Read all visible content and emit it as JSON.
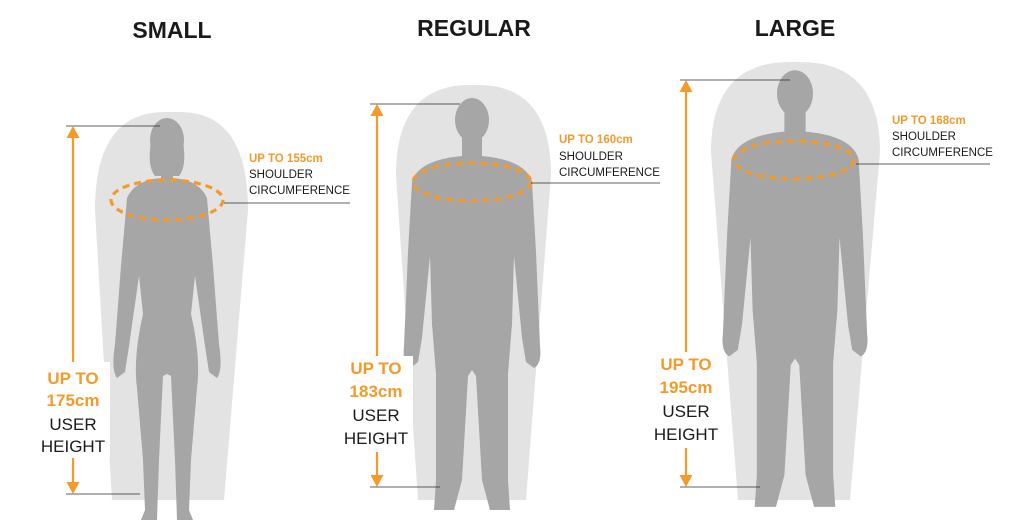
{
  "colors": {
    "accent": "#f39a2b",
    "bag": "#e3e3e3",
    "figure": "#a6a6a6",
    "text": "#1a1a1a"
  },
  "sizes": [
    {
      "name": "SMALL",
      "height_line1": "UP TO",
      "height_line2": "175cm",
      "height_line3": "USER",
      "height_line4": "HEIGHT",
      "shoulder_value": "UP TO 155cm",
      "shoulder_line2": "SHOULDER",
      "shoulder_line3": "CIRCUMFERENCE"
    },
    {
      "name": "REGULAR",
      "height_line1": "UP TO",
      "height_line2": "183cm",
      "height_line3": "USER",
      "height_line4": "HEIGHT",
      "shoulder_value": "UP TO 160cm",
      "shoulder_line2": "SHOULDER",
      "shoulder_line3": "CIRCUMFERENCE"
    },
    {
      "name": "LARGE",
      "height_line1": "UP TO",
      "height_line2": "195cm",
      "height_line3": "USER",
      "height_line4": "HEIGHT",
      "shoulder_value": "UP TO 168cm",
      "shoulder_line2": "SHOULDER",
      "shoulder_line3": "CIRCUMFERENCE"
    }
  ]
}
